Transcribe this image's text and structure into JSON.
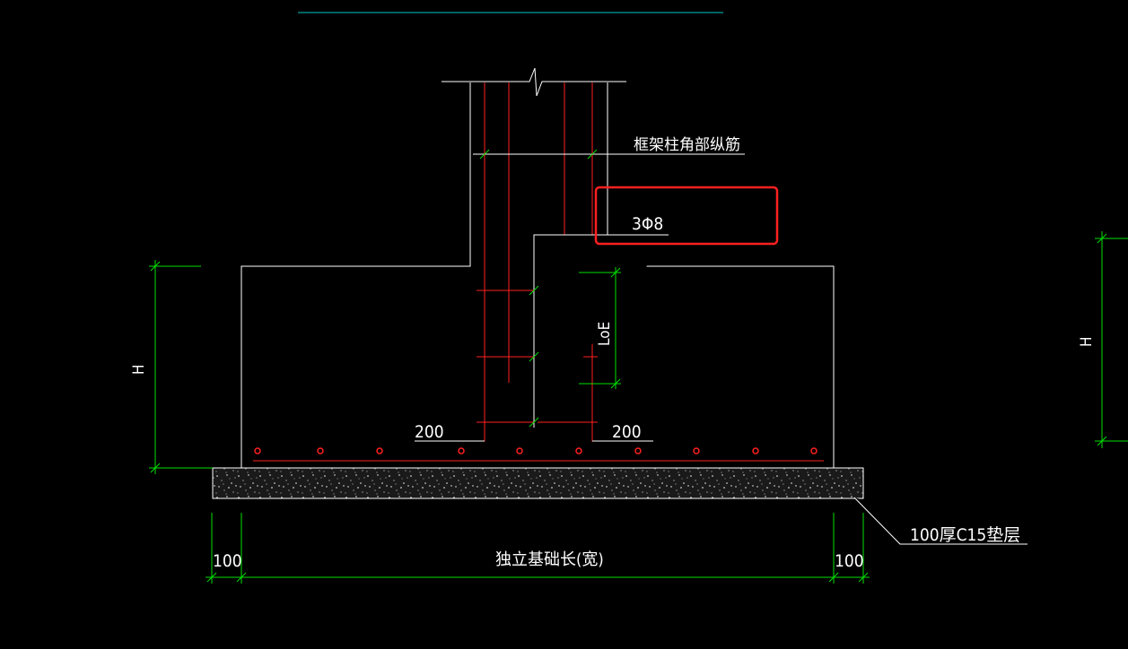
{
  "labels": {
    "corner_rebar": "框架柱角部纵筋",
    "stirrups": "3Φ8",
    "anchorage": "LoE",
    "height_left": "H",
    "height_right": "H",
    "cover_left": "200",
    "cover_right": "200",
    "cushion": "100厚C15垫层",
    "edge_left": "100",
    "edge_right": "100",
    "footing_length": "独立基础长(宽)"
  },
  "colors": {
    "background": "#000000",
    "outline": "#ffffff",
    "rebar": "#ff2020",
    "dimension": "#00e000",
    "highlight": "#ff2020",
    "top_line": "#00c8c8"
  }
}
